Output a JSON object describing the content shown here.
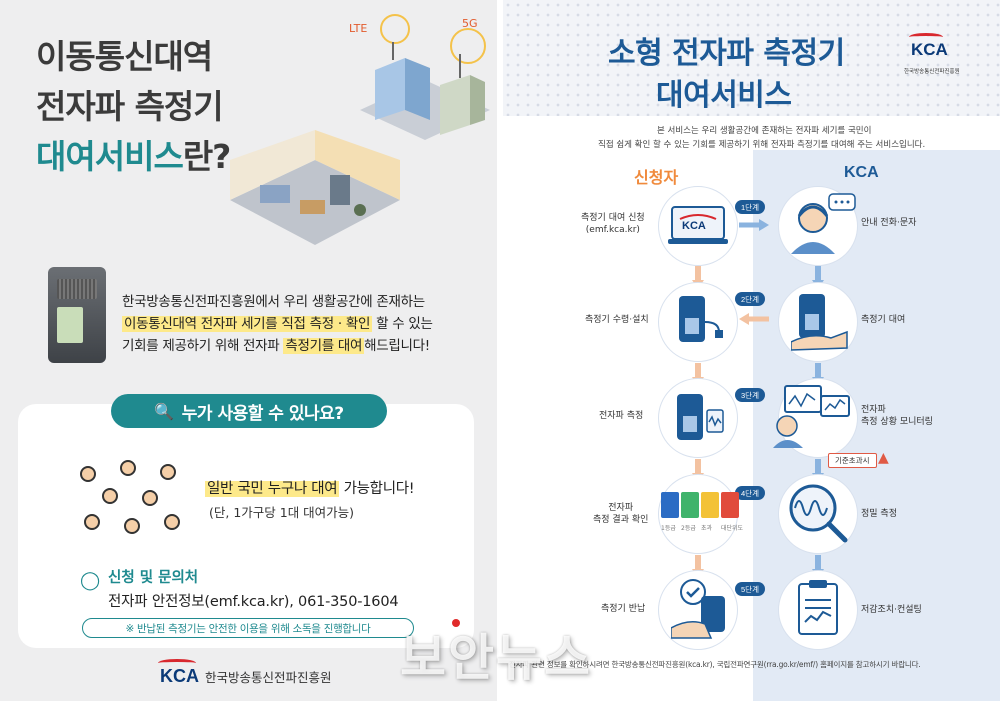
{
  "left": {
    "title_line1": "이동통신대역",
    "title_line2": "전자파 측정기",
    "title_line3_a": "대여서비스",
    "title_line3_b": "란?",
    "signal_lte": "LTE",
    "signal_5g": "5G",
    "intro_line1": "한국방송통신전파진흥원에서 우리 생활공간에 존재하는",
    "intro_line2_hl": "이동통신대역 전자파 세기를 직접 측정 · 확인",
    "intro_line2_rest": " 할 수 있는",
    "intro_line3_a": "기회를 제공하기 위해 전자파 ",
    "intro_line3_hl": "측정기를 대여",
    "intro_line3_b": "해드립니다!",
    "who_title": "누가 사용할 수 있나요?",
    "general_hl": "일반 국민 누구나 대여",
    "general_rest": " 가능합니다!",
    "general_note": "(단, 1가구당 1대 대여가능)",
    "apply_title": "신청 및 문의처",
    "apply_info": "전자파 안전정보(emf.kca.kr), 061-350-1604",
    "disinfect_note": "※ 반납된 측정기는 안전한 이용을 위해 소독을 진행합니다",
    "logo_text": "KCA",
    "org_name": "한국방송통신전파진흥원"
  },
  "right": {
    "title_line1": "소형 전자파 측정기",
    "title_line2": "대여서비스",
    "logo_text": "KCA",
    "logo_org": "한국방송통신전파진흥원",
    "intro_line1": "본 서비스는 우리 생활공간에 존재하는 전자파 세기를 국민이",
    "intro_line2": "직접 쉽게 확인 할 수 있는 기회를 제공하기 위해 전자파 측정기를 대여해 주는 서비스입니다.",
    "col_applicant": "신청자",
    "col_kca": "KCA",
    "steps": [
      {
        "badge": "1단계",
        "left_label_1": "측정기 대여 신청",
        "left_label_2": "(emf.kca.kr)",
        "right_label_1": "안내 전화·문자",
        "right_label_2": ""
      },
      {
        "badge": "2단계",
        "left_label_1": "측정기 수령·설치",
        "left_label_2": "",
        "right_label_1": "측정기 대여",
        "right_label_2": ""
      },
      {
        "badge": "3단계",
        "left_label_1": "전자파 측정",
        "left_label_2": "",
        "right_label_1": "전자파",
        "right_label_2": "측정 상황 모니터링"
      },
      {
        "badge": "4단계",
        "left_label_1": "전자파",
        "left_label_2": "측정 결과 확인",
        "right_label_1": "정밀 측정",
        "right_label_2": ""
      },
      {
        "badge": "5단계",
        "left_label_1": "측정기 반납",
        "left_label_2": "",
        "right_label_1": "저감조치·컨설팅",
        "right_label_2": ""
      }
    ],
    "over_label": "기준초과시",
    "levels": [
      {
        "label": "1등급",
        "color": "#2b6cc4"
      },
      {
        "label": "2등급",
        "color": "#3fb36b"
      },
      {
        "label": "초과",
        "color": "#f3c237"
      },
      {
        "label": "대단위도",
        "color": "#e14b3b"
      }
    ],
    "footer": "전자파 관련 정보를 확인하시려면 한국방송통신전파진흥원(kca.kr), 국립전파연구원(rra.go.kr/emf/) 홈페이지를 참고하시기 바랍니다."
  },
  "watermark": "보안뉴스",
  "colors": {
    "teal": "#1f8a8f",
    "navy": "#1d5a96",
    "orange": "#f08a3c",
    "highlight": "#fde98a"
  }
}
